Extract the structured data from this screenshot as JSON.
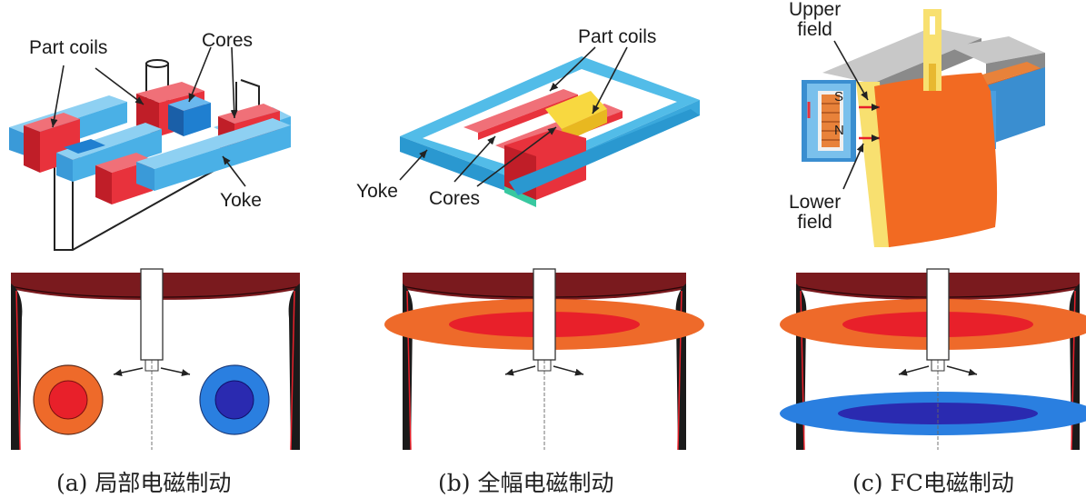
{
  "panel_a": {
    "labels": {
      "part_coils": "Part coils",
      "cores": "Cores",
      "yoke": "Yoke"
    },
    "caption": "(a) 局部电磁制动"
  },
  "panel_b": {
    "labels": {
      "part_coils": "Part coils",
      "cores": "Cores",
      "yoke": "Yoke"
    },
    "caption": "(b) 全幅电磁制动"
  },
  "panel_c": {
    "labels": {
      "upper_field": "Upper\nfield",
      "lower_field": "Lower\nfield",
      "pole_s": "S",
      "pole_n": "N"
    },
    "caption": "(c) FC电磁制动"
  },
  "colors": {
    "coil_red": "#e8323c",
    "yoke_blue": "#4ab0e6",
    "core_blue": "#1f7fd0",
    "mold_dark": "#7a1a1e",
    "field_orange": "#ee6a2a",
    "field_red": "#e8202a",
    "field_blue": "#2a7fe0",
    "field_darkblue": "#2a2ab0",
    "plate_orange": "#f26a22",
    "plate_yellow": "#f8e070"
  }
}
